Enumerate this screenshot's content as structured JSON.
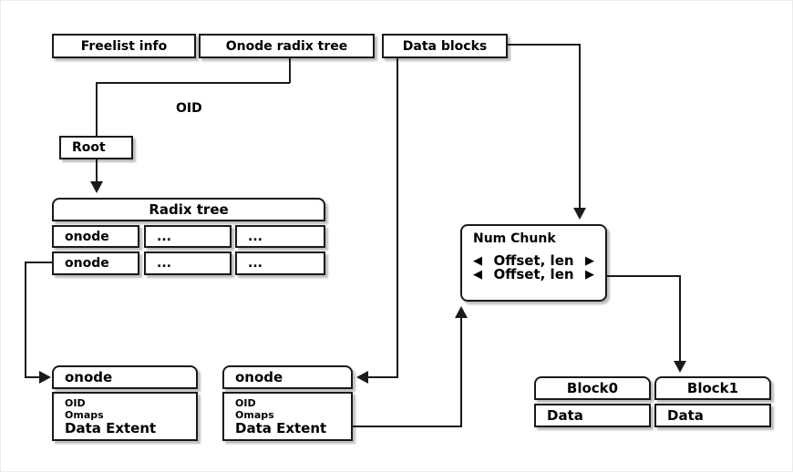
{
  "colors": {
    "line": "#1a1a1a",
    "box-border": "#1a1a1a",
    "box-bg": "#ffffff",
    "shadow": "#bdbdbd",
    "text": "#000000",
    "canvas-border": "#ececec"
  },
  "top_row": {
    "freelist": "Freelist info",
    "onode_radix_tree": "Onode radix tree",
    "data_blocks": "Data blocks"
  },
  "oid_label": "OID",
  "root": "Root",
  "radix_tree": {
    "title": "Radix tree",
    "rows": [
      [
        "onode",
        "...",
        "..."
      ],
      [
        "onode",
        "...",
        "..."
      ]
    ]
  },
  "num_chunk": {
    "title": "Num Chunk",
    "left_marker": "◀",
    "right_marker": "▶",
    "entries": [
      "Offset, len",
      "Offset, len"
    ]
  },
  "onode_detail_left": {
    "header": "onode",
    "fields": [
      "OID",
      "Omaps",
      "Data Extent"
    ]
  },
  "onode_detail_right": {
    "header": "onode",
    "fields": [
      "OID",
      "Omaps",
      "Data Extent"
    ]
  },
  "blocks": [
    {
      "header": "Block0",
      "cell": "Data"
    },
    {
      "header": "Block1",
      "cell": "Data"
    }
  ]
}
